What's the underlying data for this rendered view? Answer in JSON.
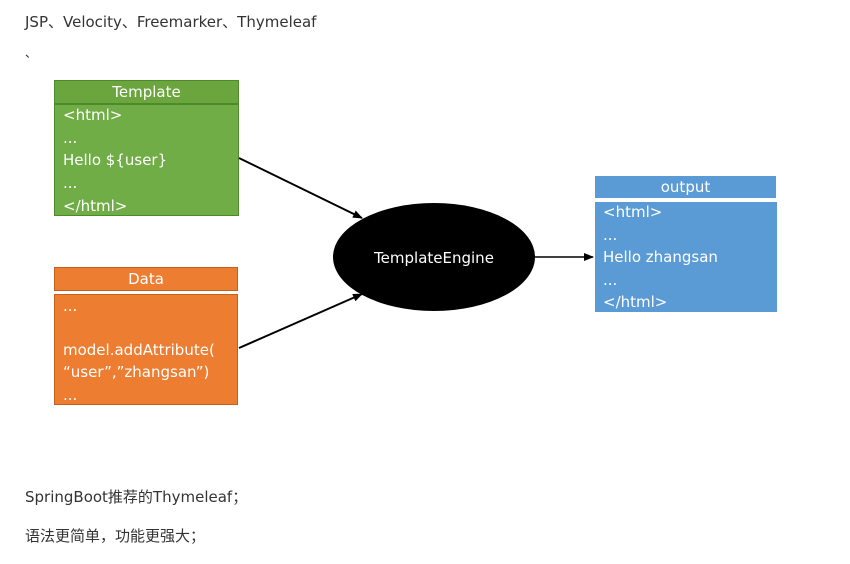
{
  "header_text": "JSP、Velocity、Freemarker、Thymeleaf",
  "small_mark": "、",
  "template_box": {
    "title": "Template",
    "lines": [
      "<html>",
      "...",
      "Hello ${user}",
      "...",
      "</html>"
    ]
  },
  "data_box": {
    "title": "Data",
    "lines": [
      "...",
      "model.addAttribute(",
      "“user”,”zhangsan”)",
      "..."
    ]
  },
  "engine": {
    "label": "TemplateEngine"
  },
  "output_box": {
    "title": "output",
    "lines": [
      "<html>",
      "...",
      "Hello zhangsan",
      "...",
      "</html>"
    ]
  },
  "footer": {
    "line1": "SpringBoot推荐的Thymeleaf；",
    "line2": "语法更简单，功能更强大；"
  },
  "colors": {
    "template": "#70ad47",
    "data": "#ed7d31",
    "output": "#5b9bd5",
    "engine": "#000000"
  }
}
